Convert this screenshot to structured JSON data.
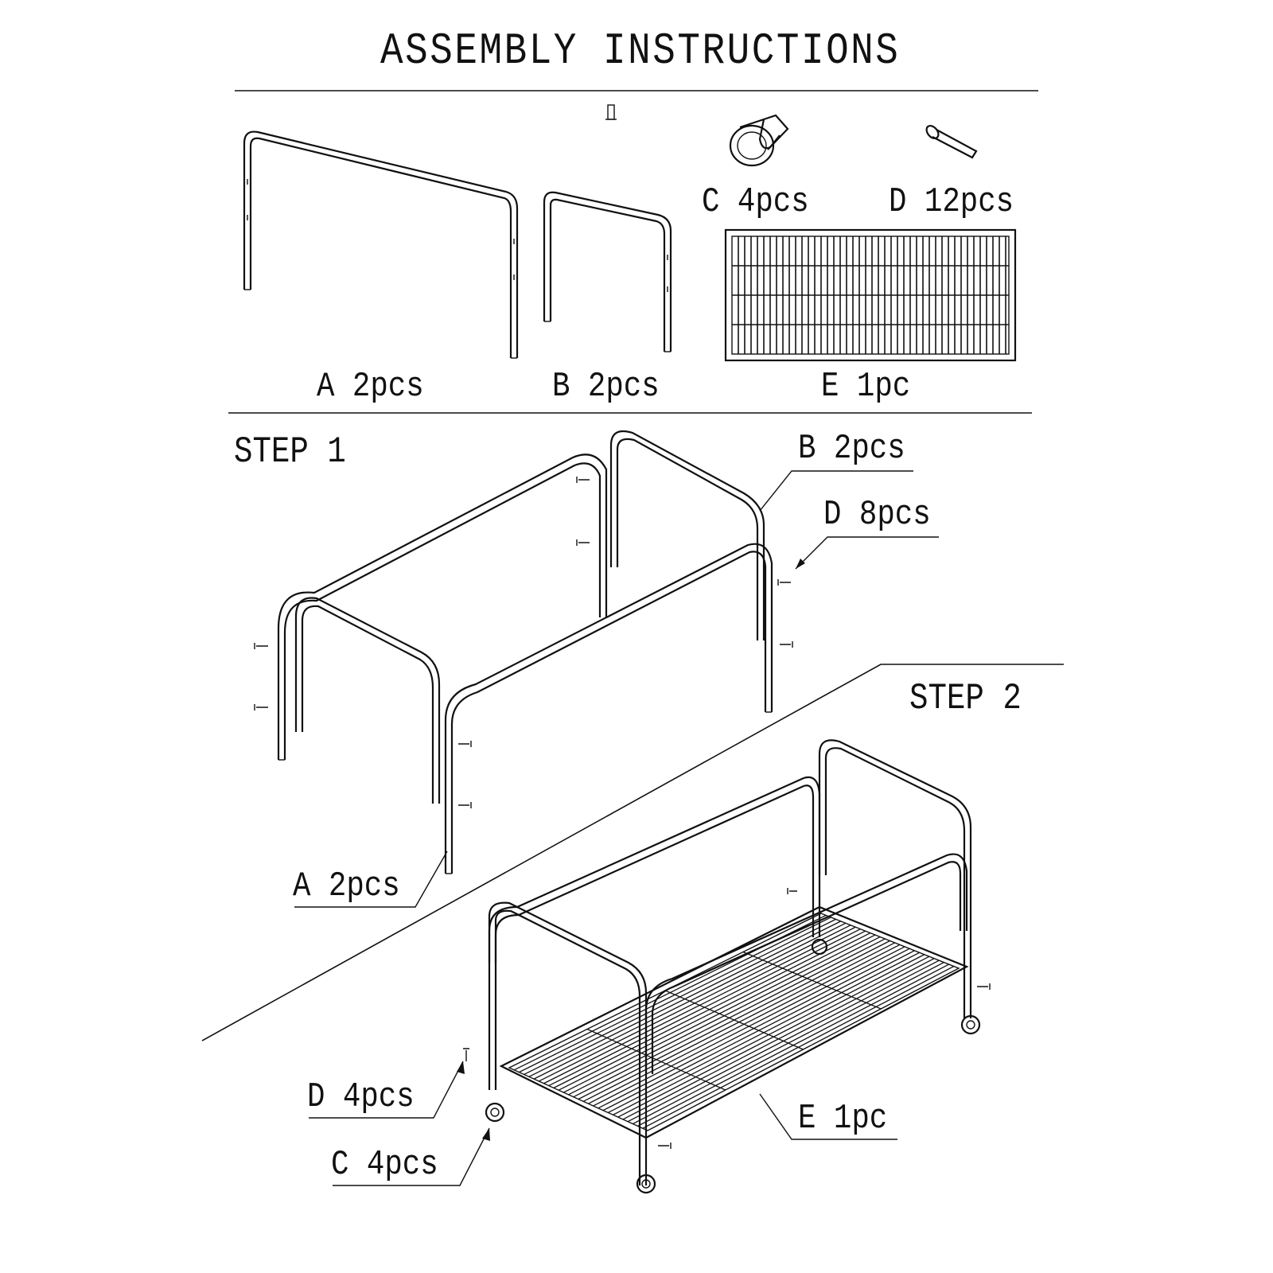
{
  "title": "ASSEMBLY INSTRUCTIONS",
  "parts": {
    "a": "A 2pcs",
    "b": "B 2pcs",
    "c": "C 4pcs",
    "d": "D 12pcs",
    "e": "E 1pc"
  },
  "step1": {
    "heading": "STEP 1",
    "label_b": "B 2pcs",
    "label_d": "D 8pcs",
    "label_a": "A 2pcs"
  },
  "step2": {
    "heading": "STEP 2",
    "label_d": "D 4pcs",
    "label_c": "C 4pcs",
    "label_e": "E 1pc"
  },
  "colors": {
    "ink": "#111111",
    "paper": "#ffffff"
  }
}
